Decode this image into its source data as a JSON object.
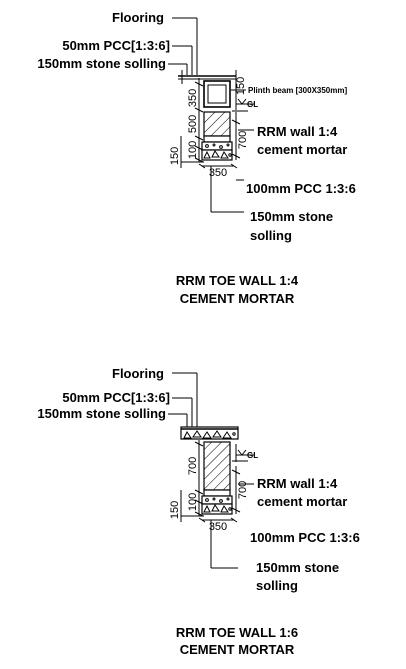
{
  "diagrams": [
    {
      "labels": {
        "flooring": "Flooring",
        "pcc50": "50mm PCC[1:3:6]",
        "stone150": "150mm stone solling",
        "plinth_beam": "Plinth beam [300X350mm]",
        "gl": "GL",
        "rrm_wall_1": "RRM wall 1:4",
        "rrm_wall_2": "cement mortar",
        "pcc100": "100mm PCC 1:3:6",
        "stone_1": "150mm stone",
        "stone_2": "solling",
        "title_1": "RRM TOE WALL 1:4",
        "title_2": "CEMENT MORTAR"
      },
      "dims": {
        "d350a": "350",
        "d150a": "150",
        "d500": "500",
        "d100": "100",
        "d150b": "150",
        "d700": "700",
        "d350b": "350"
      }
    },
    {
      "labels": {
        "flooring": "Flooring",
        "pcc50": "50mm PCC[1:3:6]",
        "stone150": "150mm stone solling",
        "gl": "GL",
        "rrm_wall_1": "RRM wall 1:4",
        "rrm_wall_2": "cement mortar",
        "pcc100": "100mm PCC 1:3:6",
        "stone_1": "150mm stone",
        "stone_2": "solling",
        "title_1": "RRM TOE WALL 1:6",
        "title_2": "CEMENT MORTAR"
      },
      "dims": {
        "d700a": "700",
        "d100": "100",
        "d150": "150",
        "d700b": "700",
        "d350": "350"
      }
    }
  ]
}
